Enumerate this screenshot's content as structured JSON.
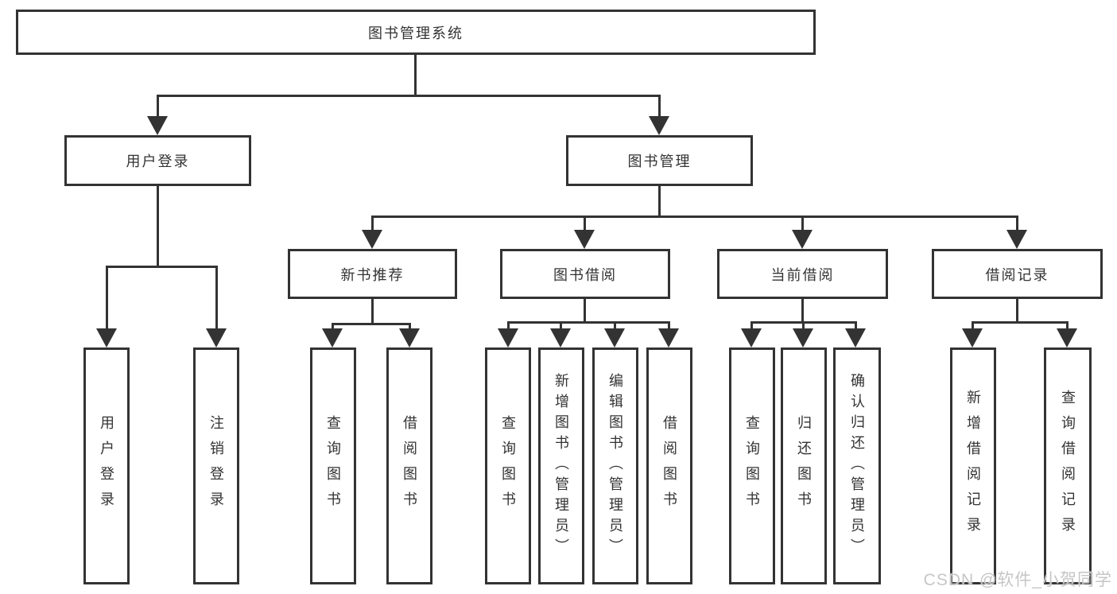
{
  "diagram": {
    "title": "图书管理系统",
    "branches": [
      {
        "label": "用户登录",
        "children": [
          {
            "label": "用户登录"
          },
          {
            "label": "注销登录"
          }
        ]
      },
      {
        "label": "图书管理",
        "children": [
          {
            "label": "新书推荐",
            "children": [
              {
                "label": "查询图书"
              },
              {
                "label": "借阅图书"
              }
            ]
          },
          {
            "label": "图书借阅",
            "children": [
              {
                "label": "查询图书"
              },
              {
                "label": "新增图书（管理员）"
              },
              {
                "label": "编辑图书（管理员）"
              },
              {
                "label": "借阅图书"
              }
            ]
          },
          {
            "label": "当前借阅",
            "children": [
              {
                "label": "查询图书"
              },
              {
                "label": "归还图书"
              },
              {
                "label": "确认归还（管理员）"
              }
            ]
          },
          {
            "label": "借阅记录",
            "children": [
              {
                "label": "新增借阅记录"
              },
              {
                "label": "查询借阅记录"
              }
            ]
          }
        ]
      }
    ]
  },
  "watermark": {
    "text": "CSDN @软件_小贺同学"
  },
  "colors": {
    "line": "#333333",
    "watermark": "#c6c6c6",
    "background": "#ffffff"
  }
}
